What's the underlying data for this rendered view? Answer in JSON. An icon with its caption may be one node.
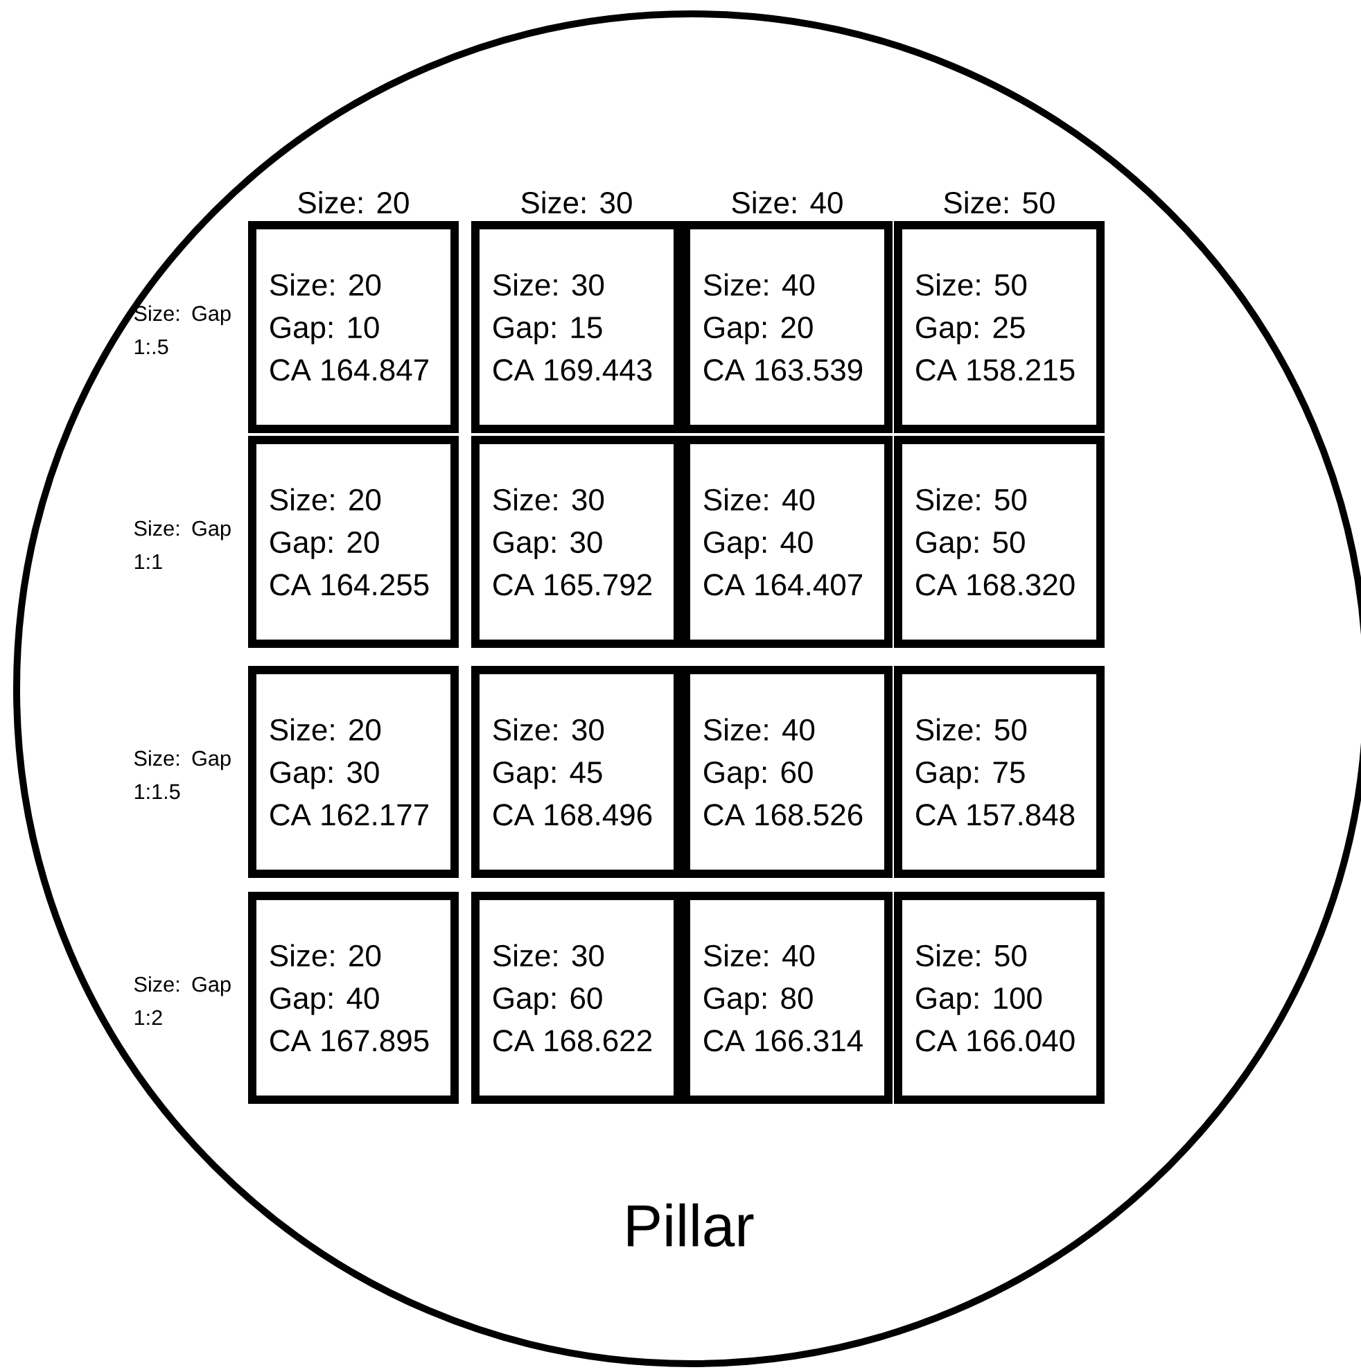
{
  "diagram": {
    "nodes": [
      {
        "text": [
          "Pillar"
        ]
      },
      {
        "text": [
          "Size: 20",
          "Gap: 10",
          "CA 164.847"
        ],
        "in": 0
      },
      {
        "text": [
          "Size: 30",
          "Gap: 15",
          "CA 169.443"
        ],
        "in": 0
      },
      {
        "text": [
          "Size: 40",
          "Gap: 20",
          "CA 163.539"
        ],
        "in": 0
      },
      {
        "text": [
          "Size: 50",
          "Gap: 25",
          "CA 158.215"
        ],
        "in": 0
      },
      {
        "text": [
          "Size: 20",
          "Gap: 20",
          "CA 164.255"
        ],
        "in": 0
      },
      {
        "text": [
          "Size: 30",
          "Gap: 30",
          "CA 165.792"
        ],
        "in": 0
      },
      {
        "text": [
          "Size: 40",
          "Gap: 40",
          "CA 164.407"
        ],
        "in": 0
      },
      {
        "text": [
          "Size: 50",
          "Gap: 50",
          "CA 168.320"
        ],
        "in": 0
      },
      {
        "text": [
          "Size: 20",
          "Gap: 30",
          "CA 162.177"
        ],
        "in": 0
      },
      {
        "text": [
          "Size: 30",
          "Gap: 45",
          "CA 168.496"
        ],
        "in": 0
      },
      {
        "text": [
          "Size: 40",
          "Gap: 60",
          "CA 168.526"
        ],
        "in": 0
      },
      {
        "text": [
          "Size: 50",
          "Gap: 75",
          "CA 157.848"
        ],
        "in": 0
      },
      {
        "text": [
          "Size: 20",
          "Gap: 40",
          "CA 167.895"
        ],
        "in": 0
      },
      {
        "text": [
          "Size: 30",
          "Gap: 60",
          "CA 168.622"
        ],
        "in": 0
      },
      {
        "text": [
          "Size: 40",
          "Gap: 80",
          "CA 166.314"
        ],
        "in": 0
      },
      {
        "text": [
          "Size: 50",
          "Gap: 100",
          "CA 166.040"
        ],
        "in": 0
      }
    ],
    "labels": [
      "Size: 20",
      "Size: 30",
      "Size: 40",
      "Size: 50",
      "Size: Gap 1:.5",
      "Size: Gap 1:1",
      "Size: Gap 1:1.5",
      "Size: Gap 1:2"
    ]
  }
}
